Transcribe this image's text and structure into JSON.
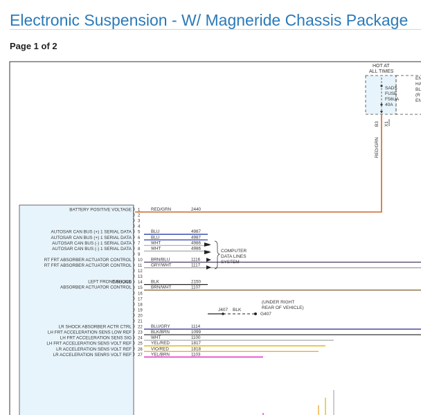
{
  "page": {
    "title": "Electronic Suspension - W/ Magneride Chassis Package",
    "page_label": "Page 1 of 2"
  },
  "fuse": {
    "hot_line1": "HOT AT",
    "hot_line2": "ALL TIMES",
    "name1": "SADS",
    "name2": "FUSE",
    "name3": "F56UA",
    "rating": "40A",
    "side_text": [
      "EN",
      "HA",
      "BL",
      "(R",
      "EN"
    ],
    "terminal": "B3",
    "connector": "X1",
    "wire_color": "RED/GRN"
  },
  "pins": [
    {
      "num": "1",
      "label": "BATTERY POSITIVE VOLTAGE",
      "color": "RED/GRN",
      "circuit": "2440",
      "stroke": "#c8682c"
    },
    {
      "num": "2",
      "label": "",
      "color": "",
      "circuit": "",
      "stroke": ""
    },
    {
      "num": "3",
      "label": "",
      "color": "",
      "circuit": "",
      "stroke": ""
    },
    {
      "num": "4",
      "label": "",
      "color": "",
      "circuit": "",
      "stroke": ""
    },
    {
      "num": "5",
      "label": "AUTOSAR CAN BUS (+) 1 SERIAL DATA",
      "color": "BLU",
      "circuit": "4987",
      "stroke": "#2b3fa8"
    },
    {
      "num": "6",
      "label": "AUTOSAR CAN BUS (+) 1 SERIAL DATA",
      "color": "BLU",
      "circuit": "4987",
      "stroke": "#2b3fa8"
    },
    {
      "num": "7",
      "label": "AUTOSAR CAN BUS (-) 1 SERIAL DATA",
      "color": "WHT",
      "circuit": "4986",
      "stroke": "#aaaaaa"
    },
    {
      "num": "8",
      "label": "AUTOSAR CAN BUS (-) 1 SERIAL DATA",
      "color": "WHT",
      "circuit": "4986",
      "stroke": "#aaaaaa"
    },
    {
      "num": "9",
      "label": "",
      "color": "",
      "circuit": "",
      "stroke": ""
    },
    {
      "num": "10",
      "label": "RT FRT ABSORBER ACTUATOR CONTROL",
      "color": "BRN/BLU",
      "circuit": "1116",
      "stroke": "#5a4a6a"
    },
    {
      "num": "11",
      "label": "RT FRT ABSORBER ACTUATOR CONTROL",
      "color": "GRY/WHT",
      "circuit": "1117",
      "stroke": "#9a9a9a"
    },
    {
      "num": "12",
      "label": "",
      "color": "",
      "circuit": "",
      "stroke": ""
    },
    {
      "num": "13",
      "label": "",
      "color": "",
      "circuit": "",
      "stroke": ""
    },
    {
      "num": "14",
      "label": "GROUND",
      "color": "BLK",
      "circuit": "2150",
      "stroke": "#222222"
    },
    {
      "num": "15",
      "label": "LEFT FRONT SHOCK ABSORBER ACTUATOR CONTROL",
      "color": "BRN/WHT",
      "circuit": "1107",
      "stroke": "#8a6a3a"
    },
    {
      "num": "16",
      "label": "",
      "color": "",
      "circuit": "",
      "stroke": ""
    },
    {
      "num": "17",
      "label": "",
      "color": "",
      "circuit": "",
      "stroke": ""
    },
    {
      "num": "18",
      "label": "",
      "color": "",
      "circuit": "",
      "stroke": ""
    },
    {
      "num": "19",
      "label": "",
      "color": "",
      "circuit": "",
      "stroke": ""
    },
    {
      "num": "20",
      "label": "",
      "color": "",
      "circuit": "",
      "stroke": ""
    },
    {
      "num": "21",
      "label": "",
      "color": "",
      "circuit": "",
      "stroke": ""
    },
    {
      "num": "22",
      "label": "LR SHOCK ABSORBER ACTR CTRL",
      "color": "BLU/GRY",
      "circuit": "1114",
      "stroke": "#3a3a9a"
    },
    {
      "num": "23",
      "label": "LH FRT ACCELERATION SENS LOW REF",
      "color": "BLK/BRN",
      "circuit": "1099",
      "stroke": "#333333"
    },
    {
      "num": "24",
      "label": "LH FRT ACCELERATION SENS SIG",
      "color": "WHT",
      "circuit": "1100",
      "stroke": "#aaaaaa"
    },
    {
      "num": "25",
      "label": "LH FRT ACCELERATION SENS VOLT REF",
      "color": "YEL/RED",
      "circuit": "1817",
      "stroke": "#d9b400"
    },
    {
      "num": "26",
      "label": "LR ACCELERATION SENS VOLT REF",
      "color": "VIO/RED",
      "circuit": "1818",
      "stroke": "#e8a020"
    },
    {
      "num": "27",
      "label": "LR ACCELERATION SENRS VOLT REF",
      "color": "YEL/BRN",
      "circuit": "1103",
      "stroke": "#e020c0"
    }
  ],
  "data_lines": {
    "line1": "COMPUTER",
    "line2": "DATA LINES",
    "line3": "SYSTEM"
  },
  "ground": {
    "connector": "J407",
    "color": "BLK",
    "note1": "(UNDER RIGHT",
    "note2": "REAR OF VEHICLE)",
    "ground_id": "G407"
  }
}
